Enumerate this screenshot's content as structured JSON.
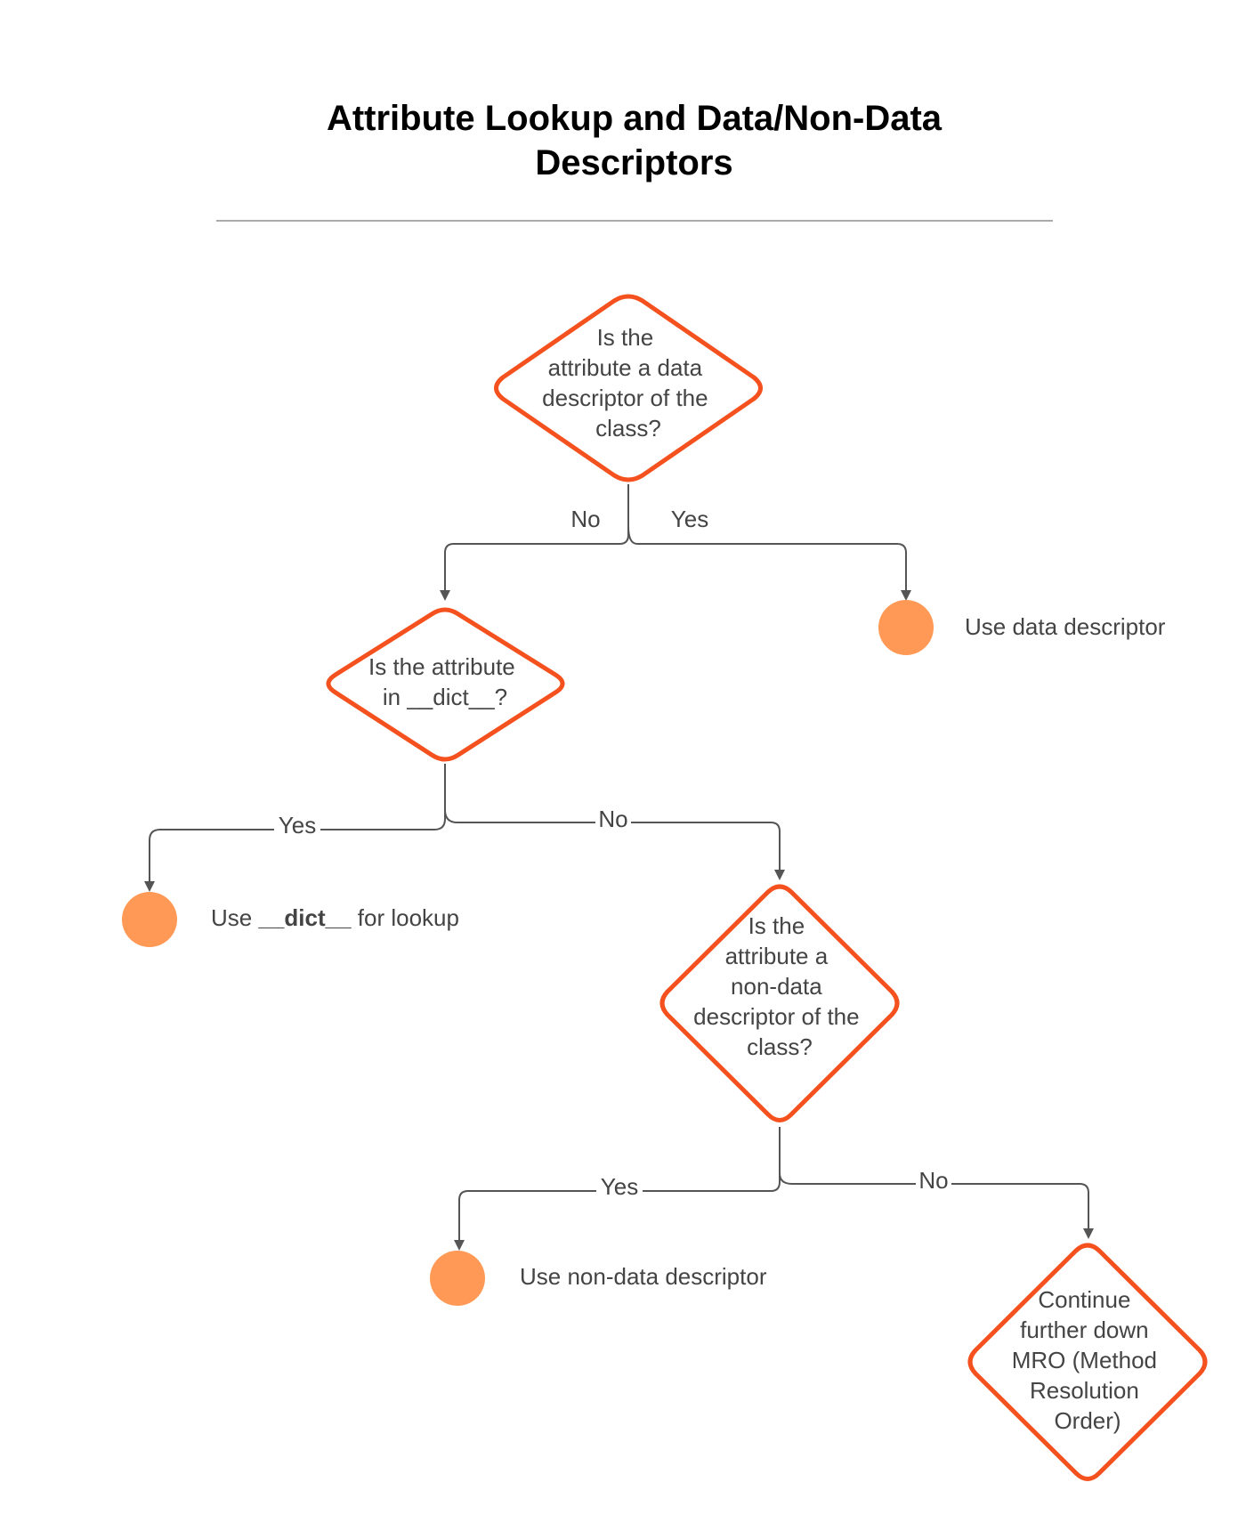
{
  "title": {
    "line1": "Attribute Lookup and Data/Non-Data",
    "line2": "Descriptors"
  },
  "colors": {
    "decision_stroke": "#F4511E",
    "terminal_fill": "#FF9955",
    "connector": "#555555",
    "text": "#444444",
    "divider": "#AAAAAA"
  },
  "nodes": {
    "q1": {
      "lines": [
        "Is the",
        "attribute a data",
        "descriptor of the",
        "class?"
      ]
    },
    "q2": {
      "lines": [
        "Is the attribute",
        "in __dict__?"
      ]
    },
    "q3": {
      "lines": [
        "Is the",
        "attribute a",
        "non-data",
        "descriptor of the",
        "class?"
      ]
    },
    "q4": {
      "lines": [
        "Continue",
        "further down",
        "MRO (Method",
        "Resolution",
        "Order)"
      ]
    },
    "t1": {
      "label": "Use data descriptor"
    },
    "t2": {
      "prefix": "Use ",
      "bold": "__dict__",
      "suffix": " for lookup"
    },
    "t3": {
      "label": "Use non-data descriptor"
    }
  },
  "edges": {
    "q1_no": "No",
    "q1_yes": "Yes",
    "q2_yes": "Yes",
    "q2_no": "No",
    "q3_yes": "Yes",
    "q3_no": "No"
  }
}
